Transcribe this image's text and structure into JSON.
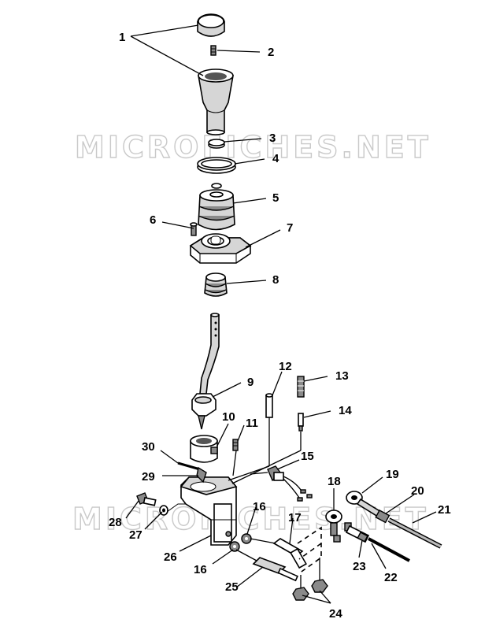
{
  "watermark": "MICROFICHES.NET",
  "callouts": [
    "1",
    "2",
    "3",
    "4",
    "5",
    "6",
    "7",
    "8",
    "9",
    "10",
    "11",
    "12",
    "13",
    "14",
    "15",
    "16",
    "17",
    "18",
    "19",
    "20",
    "21",
    "22",
    "23",
    "24",
    "25",
    "26",
    "27",
    "28",
    "29",
    "30"
  ]
}
